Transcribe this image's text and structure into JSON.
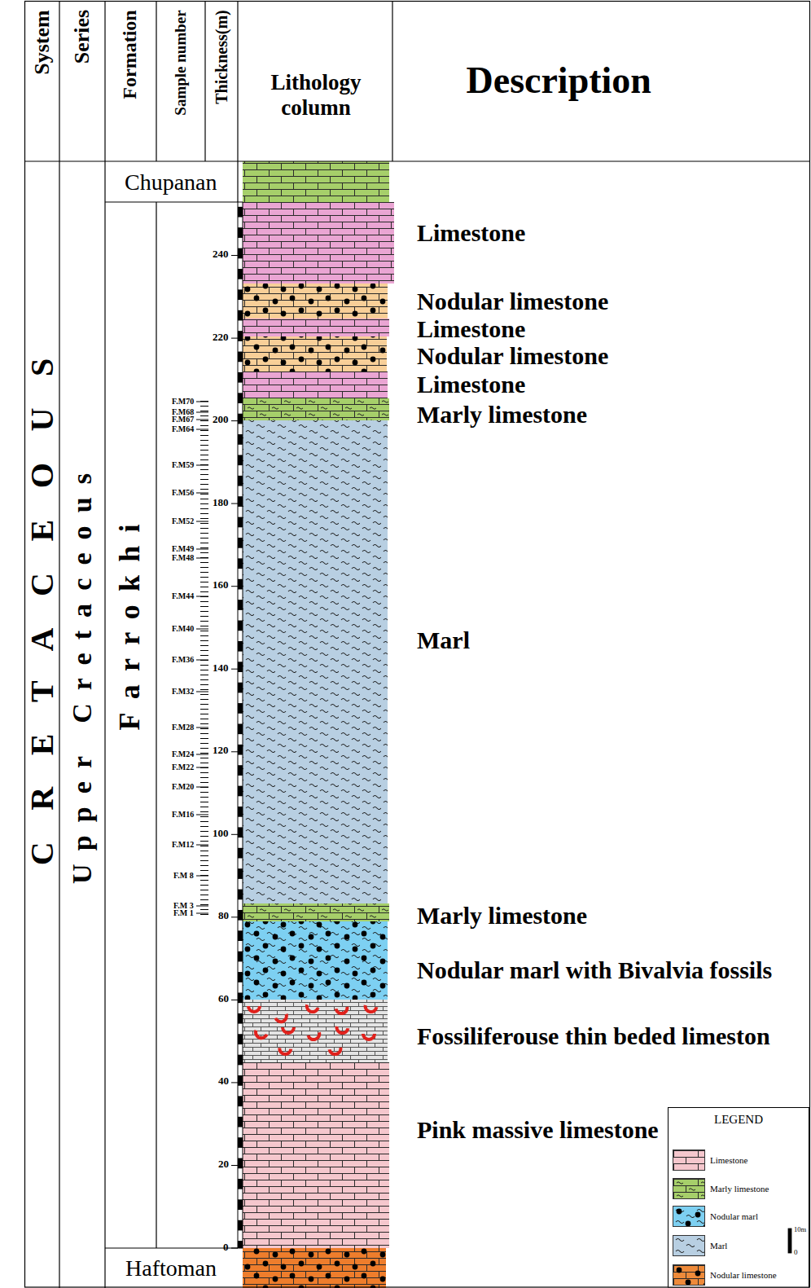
{
  "diagram": {
    "labels": [
      "System",
      "Series",
      "Formation",
      "Sample number",
      "Thickness(m)",
      "Lithology column",
      "Description",
      "CRETACEOUS",
      "Upper Cretaceous",
      "Chupanan",
      "Farrokhi",
      "Haftoman",
      "F.M70",
      "F.M68",
      "F.M67",
      "F.M64",
      "F.M59",
      "F.M56",
      "F.M52",
      "F.M49",
      "F.M48",
      "F.M44",
      "F.M40",
      "F.M36",
      "F.M32",
      "F.M28",
      "F.M24",
      "F.M22",
      "F.M20",
      "F.M16",
      "F.M12",
      "F.M 8",
      "F.M 3",
      "F.M 1",
      "240",
      "220",
      "200",
      "180",
      "160",
      "140",
      "120",
      "100",
      "80",
      "60",
      "40",
      "20",
      "0",
      "Limestone",
      "Nodular limestone",
      "Limestone",
      "Nodular limestone",
      "Limestone",
      "Marly limestone",
      "Marl",
      "Marly limestone",
      "Nodular marl with Bivalvia fossils",
      "Fossiliferouse thin beded limeston",
      "Pink massive limestone",
      "LEGEND",
      "10m",
      "0"
    ],
    "legend": [
      {
        "text": "Limestone",
        "color": "#f5c7cd"
      },
      {
        "text": "Marly limestone",
        "color": "#a6cf6a"
      },
      {
        "text": "Nodular marl",
        "color": "#7dd0f2"
      },
      {
        "text": "Marl",
        "color": "#b8cfe2"
      },
      {
        "text": "Nodular limestone",
        "color": "#ee8a3a"
      }
    ]
  }
}
